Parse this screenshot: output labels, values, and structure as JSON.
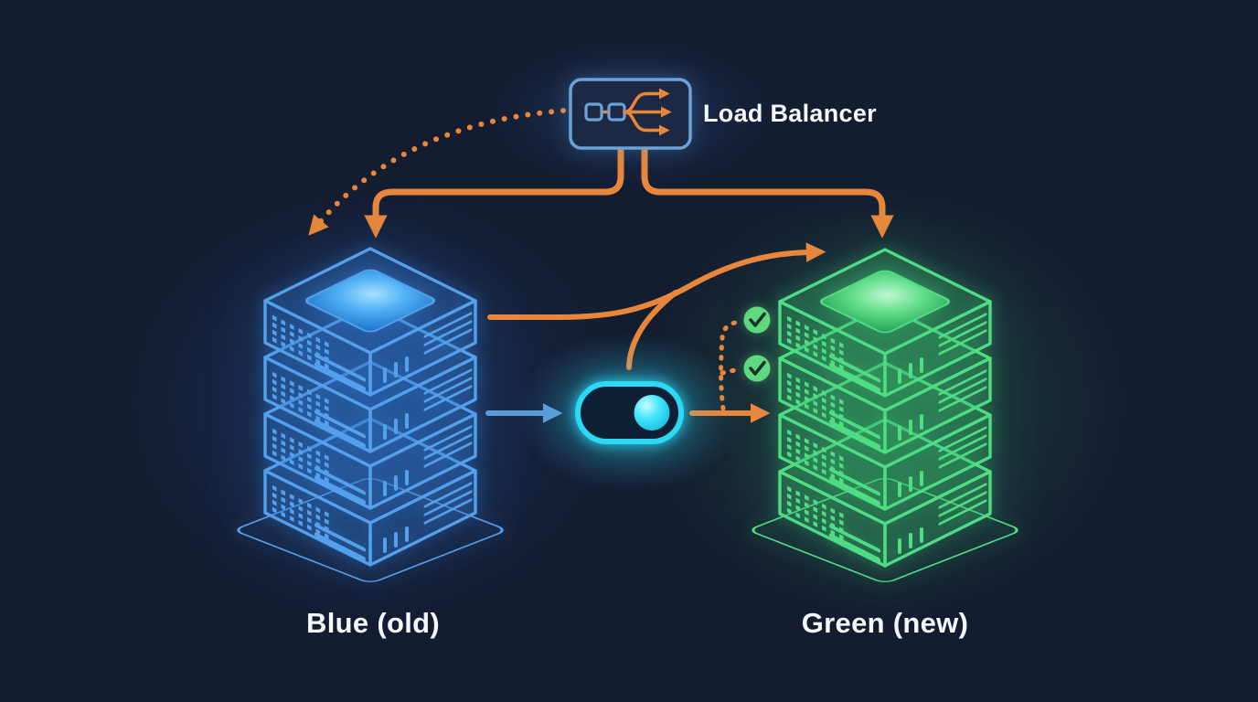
{
  "colors": {
    "background": "#141c30",
    "blue": "#54a0ec",
    "green": "#4fdc84",
    "orange": "#e8873c",
    "cyan": "#2bd9f7",
    "check_green": "#5fd87f",
    "text": "#f4f7fb"
  },
  "load_balancer": {
    "label": "Load Balancer",
    "icon": "load-balancer-icon"
  },
  "stacks": {
    "blue": {
      "label": "Blue (old)",
      "unit_count": 4,
      "icon": "server-stack-icon"
    },
    "green": {
      "label": "Green (new)",
      "unit_count": 4,
      "icon": "server-stack-icon",
      "health_checks_passed": 2
    }
  },
  "toggle": {
    "state": "on",
    "icon": "toggle-on-icon"
  },
  "health_check": {
    "icon": "check-circle-icon"
  },
  "edges": [
    {
      "from": "load-balancer",
      "to": "blue-stack",
      "style": "dotted-curve",
      "color": "orange"
    },
    {
      "from": "load-balancer",
      "to": "blue-stack",
      "style": "solid-elbow",
      "color": "orange"
    },
    {
      "from": "load-balancer",
      "to": "green-stack",
      "style": "solid-elbow",
      "color": "orange"
    },
    {
      "from": "blue-stack",
      "to": "green-stack",
      "style": "solid-curve",
      "color": "orange"
    },
    {
      "from": "blue-stack",
      "to": "toggle",
      "style": "solid-arrow",
      "color": "blue"
    },
    {
      "from": "toggle",
      "to": "green-stack",
      "style": "solid-arrow",
      "color": "orange"
    },
    {
      "from": "toggle",
      "to": "health-checks",
      "style": "dashed",
      "color": "orange"
    }
  ]
}
